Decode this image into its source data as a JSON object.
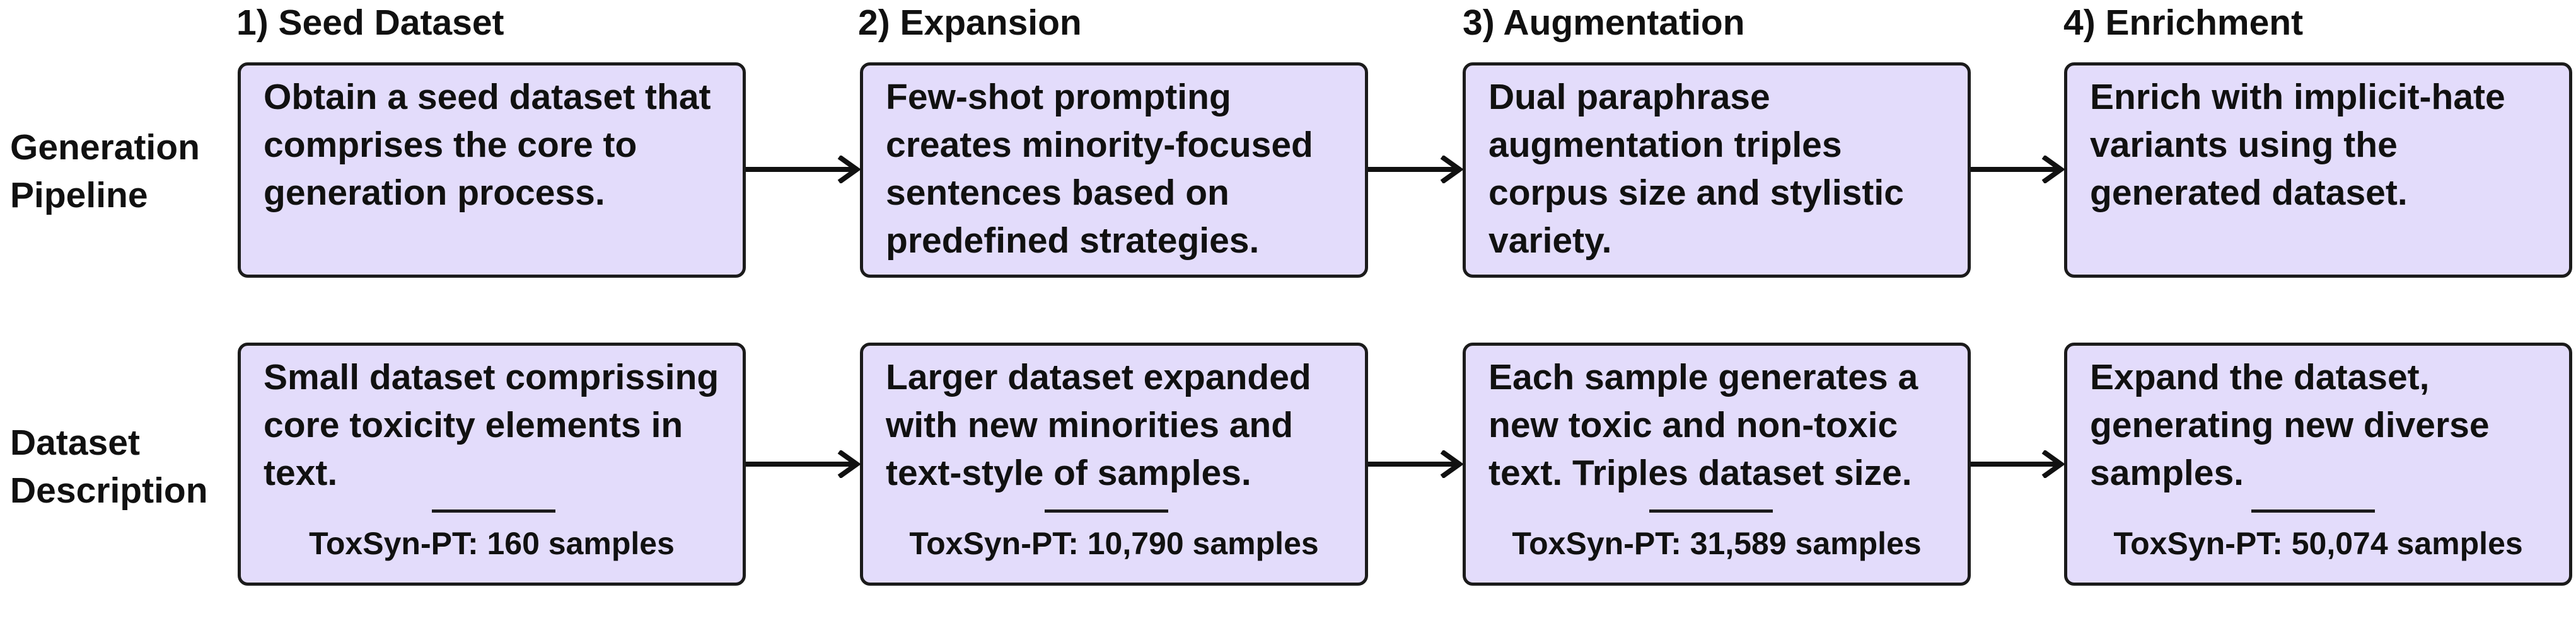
{
  "stages": [
    {
      "title": "1) Seed Dataset"
    },
    {
      "title": "2) Expansion"
    },
    {
      "title": "3) Augmentation"
    },
    {
      "title": "4) Enrichment"
    }
  ],
  "rows": {
    "pipeline": {
      "label": "Generation\nPipeline",
      "boxes": [
        {
          "text": "Obtain a seed dataset that\ncomprises the core to\ngeneration process."
        },
        {
          "text": "Few-shot prompting\ncreates minority-focused\nsentences based on\npredefined strategies."
        },
        {
          "text": "Dual paraphrase\naugmentation triples\ncorpus size and stylistic\nvariety."
        },
        {
          "text": "Enrich with implicit-hate\nvariants using the\ngenerated dataset."
        }
      ]
    },
    "description": {
      "label": "Dataset\nDescription",
      "boxes": [
        {
          "text": "Small dataset comprissing\ncore toxicity elements in\ntext.",
          "count": "ToxSyn-PT: 160 samples"
        },
        {
          "text": "Larger dataset expanded\nwith new minorities and\ntext-style of samples.",
          "count": "ToxSyn-PT: 10,790 samples"
        },
        {
          "text": "Each sample generates a\nnew toxic and non-toxic\ntext. Triples dataset size.",
          "count": "ToxSyn-PT: 31,589 samples"
        },
        {
          "text": "Expand the dataset,\ngenerating new diverse\nsamples.",
          "count": "ToxSyn-PT: 50,074 samples"
        }
      ]
    }
  },
  "colors": {
    "box_fill": "#e3dcfb",
    "stroke": "#1b1b1b"
  }
}
